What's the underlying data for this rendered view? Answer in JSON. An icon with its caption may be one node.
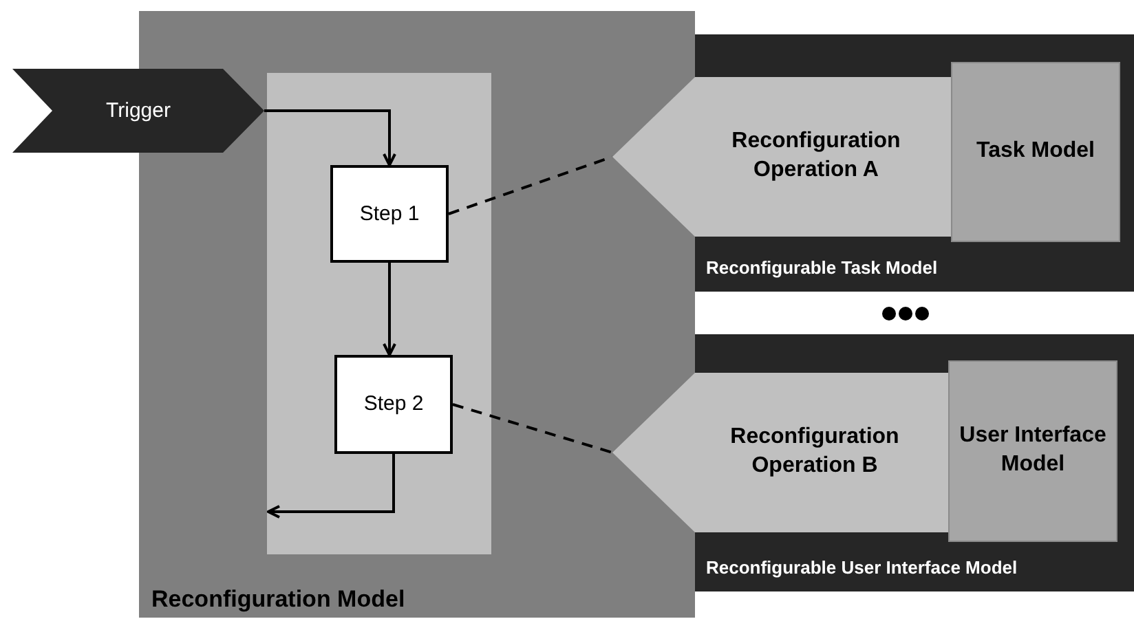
{
  "diagram": {
    "nodes": [
      {
        "text": [
          "Reconfiguration Model"
        ]
      },
      {
        "text": [
          "Trigger"
        ]
      },
      {
        "text": [
          "Step 1"
        ],
        "in": 0
      },
      {
        "text": [
          "Step 2"
        ],
        "in": 0
      },
      {
        "text": [
          "Reconfigurable Task Model"
        ]
      },
      {
        "text": [
          "Reconfiguration Operation A"
        ]
      },
      {
        "text": [
          "Task Model"
        ],
        "in": 4
      },
      {
        "text": [
          "Reconfigurable User Interface Model"
        ]
      },
      {
        "text": [
          "Reconfiguration Operation B"
        ]
      },
      {
        "text": [
          "User Interface Model"
        ],
        "in": 7
      }
    ],
    "edges": [
      {
        "from": 1,
        "to": 2,
        "arrow": "to"
      },
      {
        "from": 2,
        "to": 3,
        "arrow": "to"
      },
      {
        "from": 3,
        "to": null,
        "arrow": "to"
      },
      {
        "from": 2,
        "to": 5,
        "arrow": "none",
        "style": "dashed"
      },
      {
        "from": 3,
        "to": 8,
        "arrow": "none",
        "style": "dashed"
      }
    ]
  }
}
